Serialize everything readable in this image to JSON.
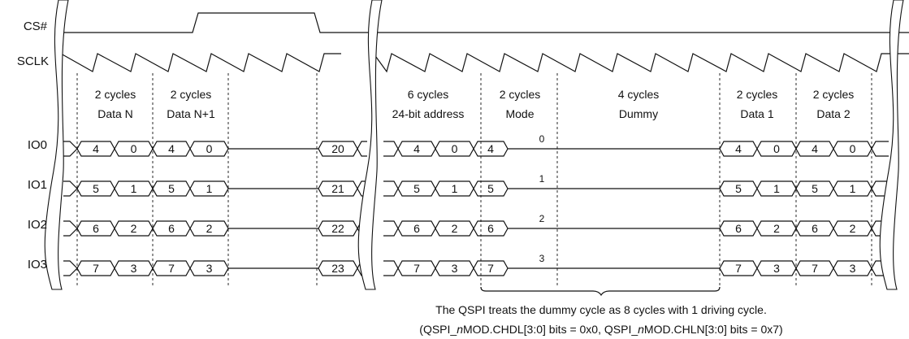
{
  "signals": {
    "cs": "CS#",
    "sclk": "SCLK",
    "io0": "IO0",
    "io1": "IO1",
    "io2": "IO2",
    "io3": "IO3"
  },
  "phases": [
    {
      "cycles": "2 cycles",
      "label": "Data N"
    },
    {
      "cycles": "2 cycles",
      "label": "Data N+1"
    },
    {
      "cycles": "6 cycles",
      "label": "24-bit address"
    },
    {
      "cycles": "2 cycles",
      "label": "Mode"
    },
    {
      "cycles": "4 cycles",
      "label": "Dummy"
    },
    {
      "cycles": "2 cycles",
      "label": "Data 1"
    },
    {
      "cycles": "2 cycles",
      "label": "Data 2"
    }
  ],
  "io_values": {
    "io0": [
      "4",
      "0",
      "4",
      "0",
      "20",
      "4",
      "0",
      "4",
      "4",
      "0",
      "4",
      "0"
    ],
    "io1": [
      "5",
      "1",
      "5",
      "1",
      "21",
      "5",
      "1",
      "5",
      "5",
      "1",
      "5",
      "1"
    ],
    "io2": [
      "6",
      "2",
      "6",
      "2",
      "22",
      "6",
      "2",
      "6",
      "6",
      "2",
      "6",
      "2"
    ],
    "io3": [
      "7",
      "3",
      "7",
      "3",
      "23",
      "7",
      "3",
      "7",
      "7",
      "3",
      "7",
      "3"
    ]
  },
  "dummy_lane_numbers": [
    "0",
    "1",
    "2",
    "3"
  ],
  "note": {
    "line1": "The QSPI treats the dummy cycle as 8 cycles with 1 driving cycle.",
    "line2_pre1": "(QSPI_",
    "line2_n1": "n",
    "line2_mid": "MOD.CHDL[3:0] bits = 0x0, QSPI_",
    "line2_n2": "n",
    "line2_post": "MOD.CHLN[3:0] bits = 0x7)"
  }
}
